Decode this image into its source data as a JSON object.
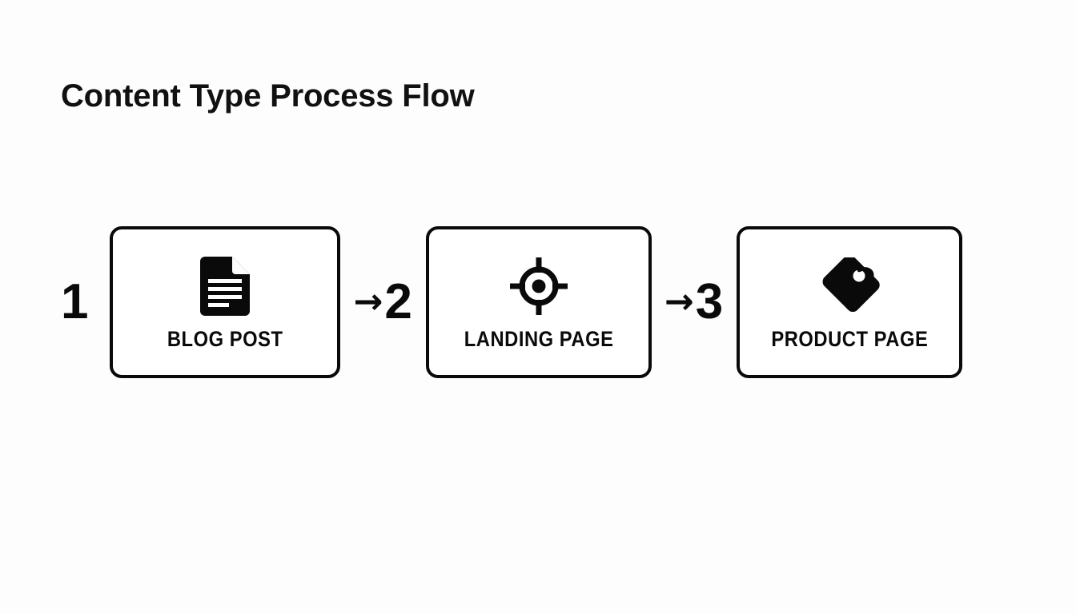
{
  "page": {
    "title": "Content Type Process Flow",
    "background_color": "#fdfdfd",
    "ink_color": "#0a0a0a"
  },
  "flow": {
    "arrow_glyph": "→",
    "steps": [
      {
        "number": "1",
        "label": "BLOG POST",
        "icon": "document-icon",
        "has_incoming_arrow": false
      },
      {
        "number": "2",
        "label": "LANDING PAGE",
        "icon": "target-icon",
        "has_incoming_arrow": true
      },
      {
        "number": "3",
        "label": "PRODUCT PAGE",
        "icon": "price-tag-icon",
        "has_incoming_arrow": true
      }
    ]
  }
}
